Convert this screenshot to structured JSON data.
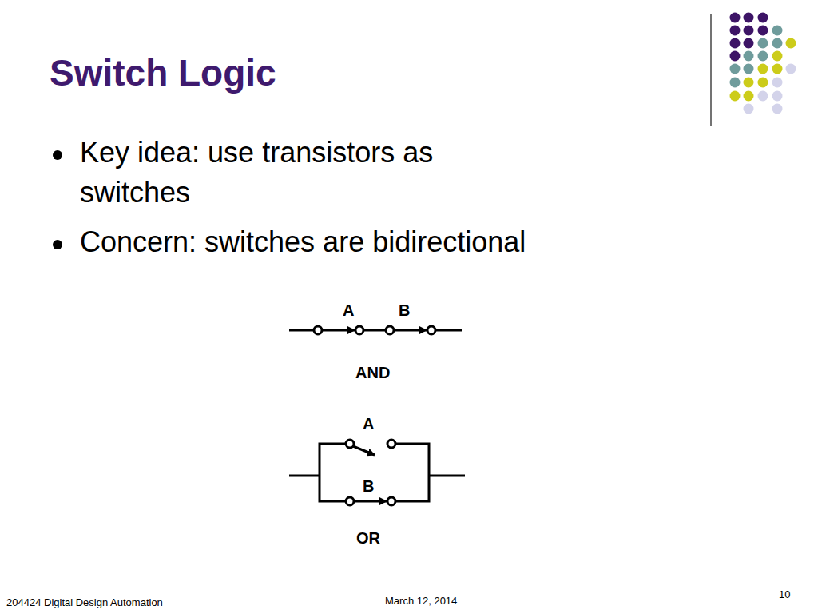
{
  "diagram": {
    "title": "Switch Logic",
    "labels": [
      "Key idea: use transistors as switches",
      "Concern: switches are bidirectional",
      "A",
      "B",
      "AND",
      "A",
      "B",
      "OR",
      "204424 Digital Design Automation",
      "March 12, 2014",
      "10"
    ]
  }
}
